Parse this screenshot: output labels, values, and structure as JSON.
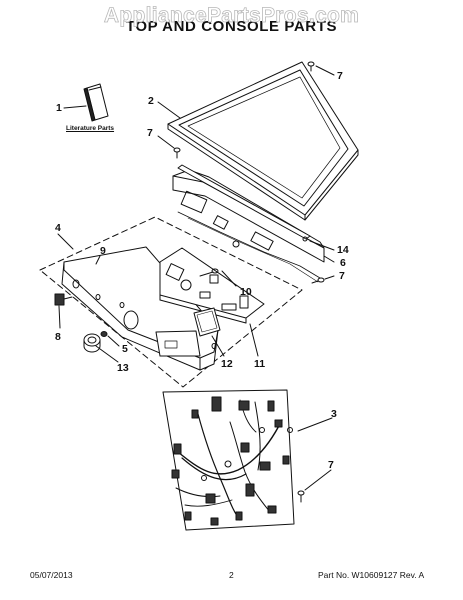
{
  "watermark": "AppliancePartsPros.com",
  "title": "TOP AND CONSOLE PARTS",
  "literature_label": "Literature Parts",
  "callouts": {
    "c1": "1",
    "c2": "2",
    "c3": "3",
    "c4": "4",
    "c5": "5",
    "c6": "6",
    "c7a": "7",
    "c7b": "7",
    "c7c": "7",
    "c7d": "7",
    "c8": "8",
    "c9": "9",
    "c10": "10",
    "c11": "11",
    "c12": "12",
    "c13": "13",
    "c14": "14"
  },
  "footer": {
    "date": "05/07/2013",
    "page": "2",
    "part_info": "Part No. W10609127  Rev. A"
  }
}
